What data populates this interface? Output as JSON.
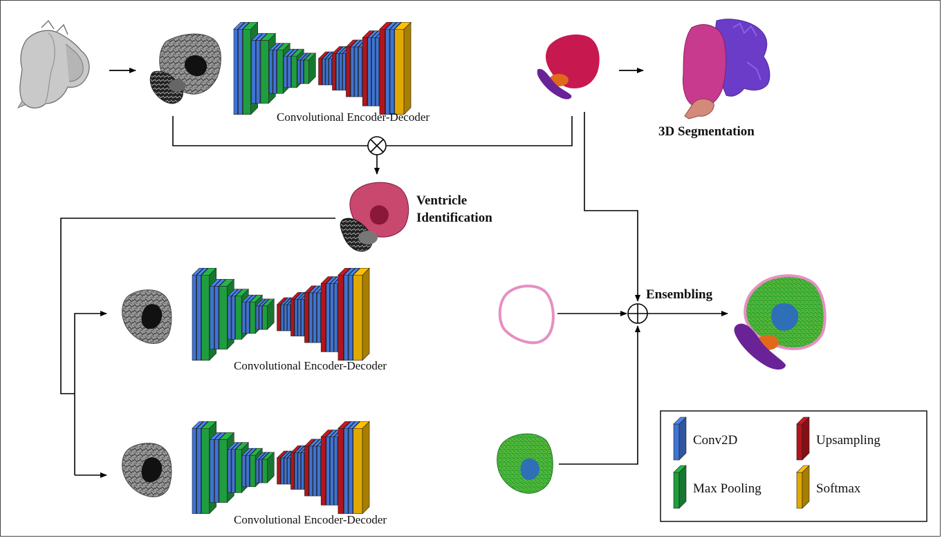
{
  "diagram": {
    "top_caption": "Convolutional Encoder-Decoder",
    "mid_caption": "Convolutional Encoder-Decoder",
    "bottom_caption": "Convolutional Encoder-Decoder",
    "seg3d_label": "3D Segmentation",
    "ventricle_label_line1": "Ventricle",
    "ventricle_label_line2": "Identification",
    "ensembling_label": "Ensembling"
  },
  "legend": {
    "conv": "Conv2D",
    "pool": "Max Pooling",
    "up": "Upsampling",
    "soft": "Softmax"
  },
  "colors": {
    "conv": "#3f74d4",
    "pool": "#1e9e3e",
    "up": "#b3141c",
    "soft": "#e0a800",
    "lv": "#c81850",
    "rv": "#6a2396",
    "aorta": "#e06a1a",
    "epi": "#e78fc2",
    "myo": "#2fa632",
    "cavity": "#2e6fb8"
  }
}
